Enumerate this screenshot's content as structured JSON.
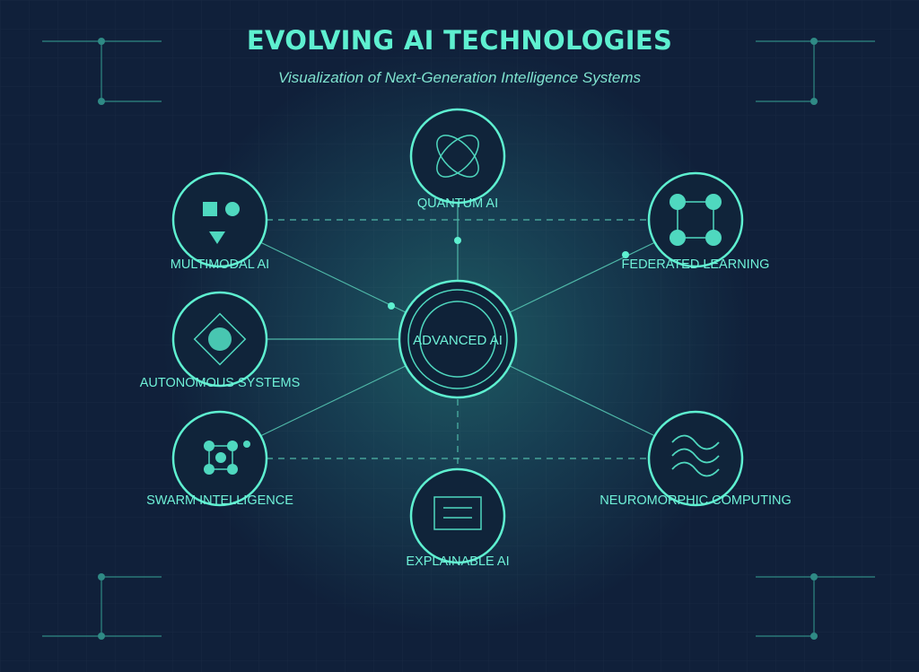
{
  "header": {
    "title": "EVOLVING AI TECHNOLOGIES",
    "subtitle": "Visualization of Next-Generation Intelligence Systems"
  },
  "colors": {
    "background": "#10203a",
    "accent": "#4fe3c1",
    "node_fill": "#10243a",
    "text": "#6ff2d8"
  },
  "center": {
    "label": "ADVANCED AI"
  },
  "nodes": [
    {
      "id": "quantum-ai",
      "label": "QUANTUM AI",
      "icon": "orbit-icon"
    },
    {
      "id": "multimodal-ai",
      "label": "MULTIMODAL AI",
      "icon": "shapes-icon"
    },
    {
      "id": "federated-learning",
      "label": "FEDERATED LEARNING",
      "icon": "network-square-icon"
    },
    {
      "id": "autonomous-systems",
      "label": "AUTONOMOUS SYSTEMS",
      "icon": "diamond-dot-icon"
    },
    {
      "id": "swarm-intelligence",
      "label": "SWARM INTELLIGENCE",
      "icon": "swarm-icon"
    },
    {
      "id": "neuromorphic-computing",
      "label": "NEUROMORPHIC COMPUTING",
      "icon": "waves-icon"
    },
    {
      "id": "explainable-ai",
      "label": "EXPLAINABLE AI",
      "icon": "document-icon"
    }
  ]
}
